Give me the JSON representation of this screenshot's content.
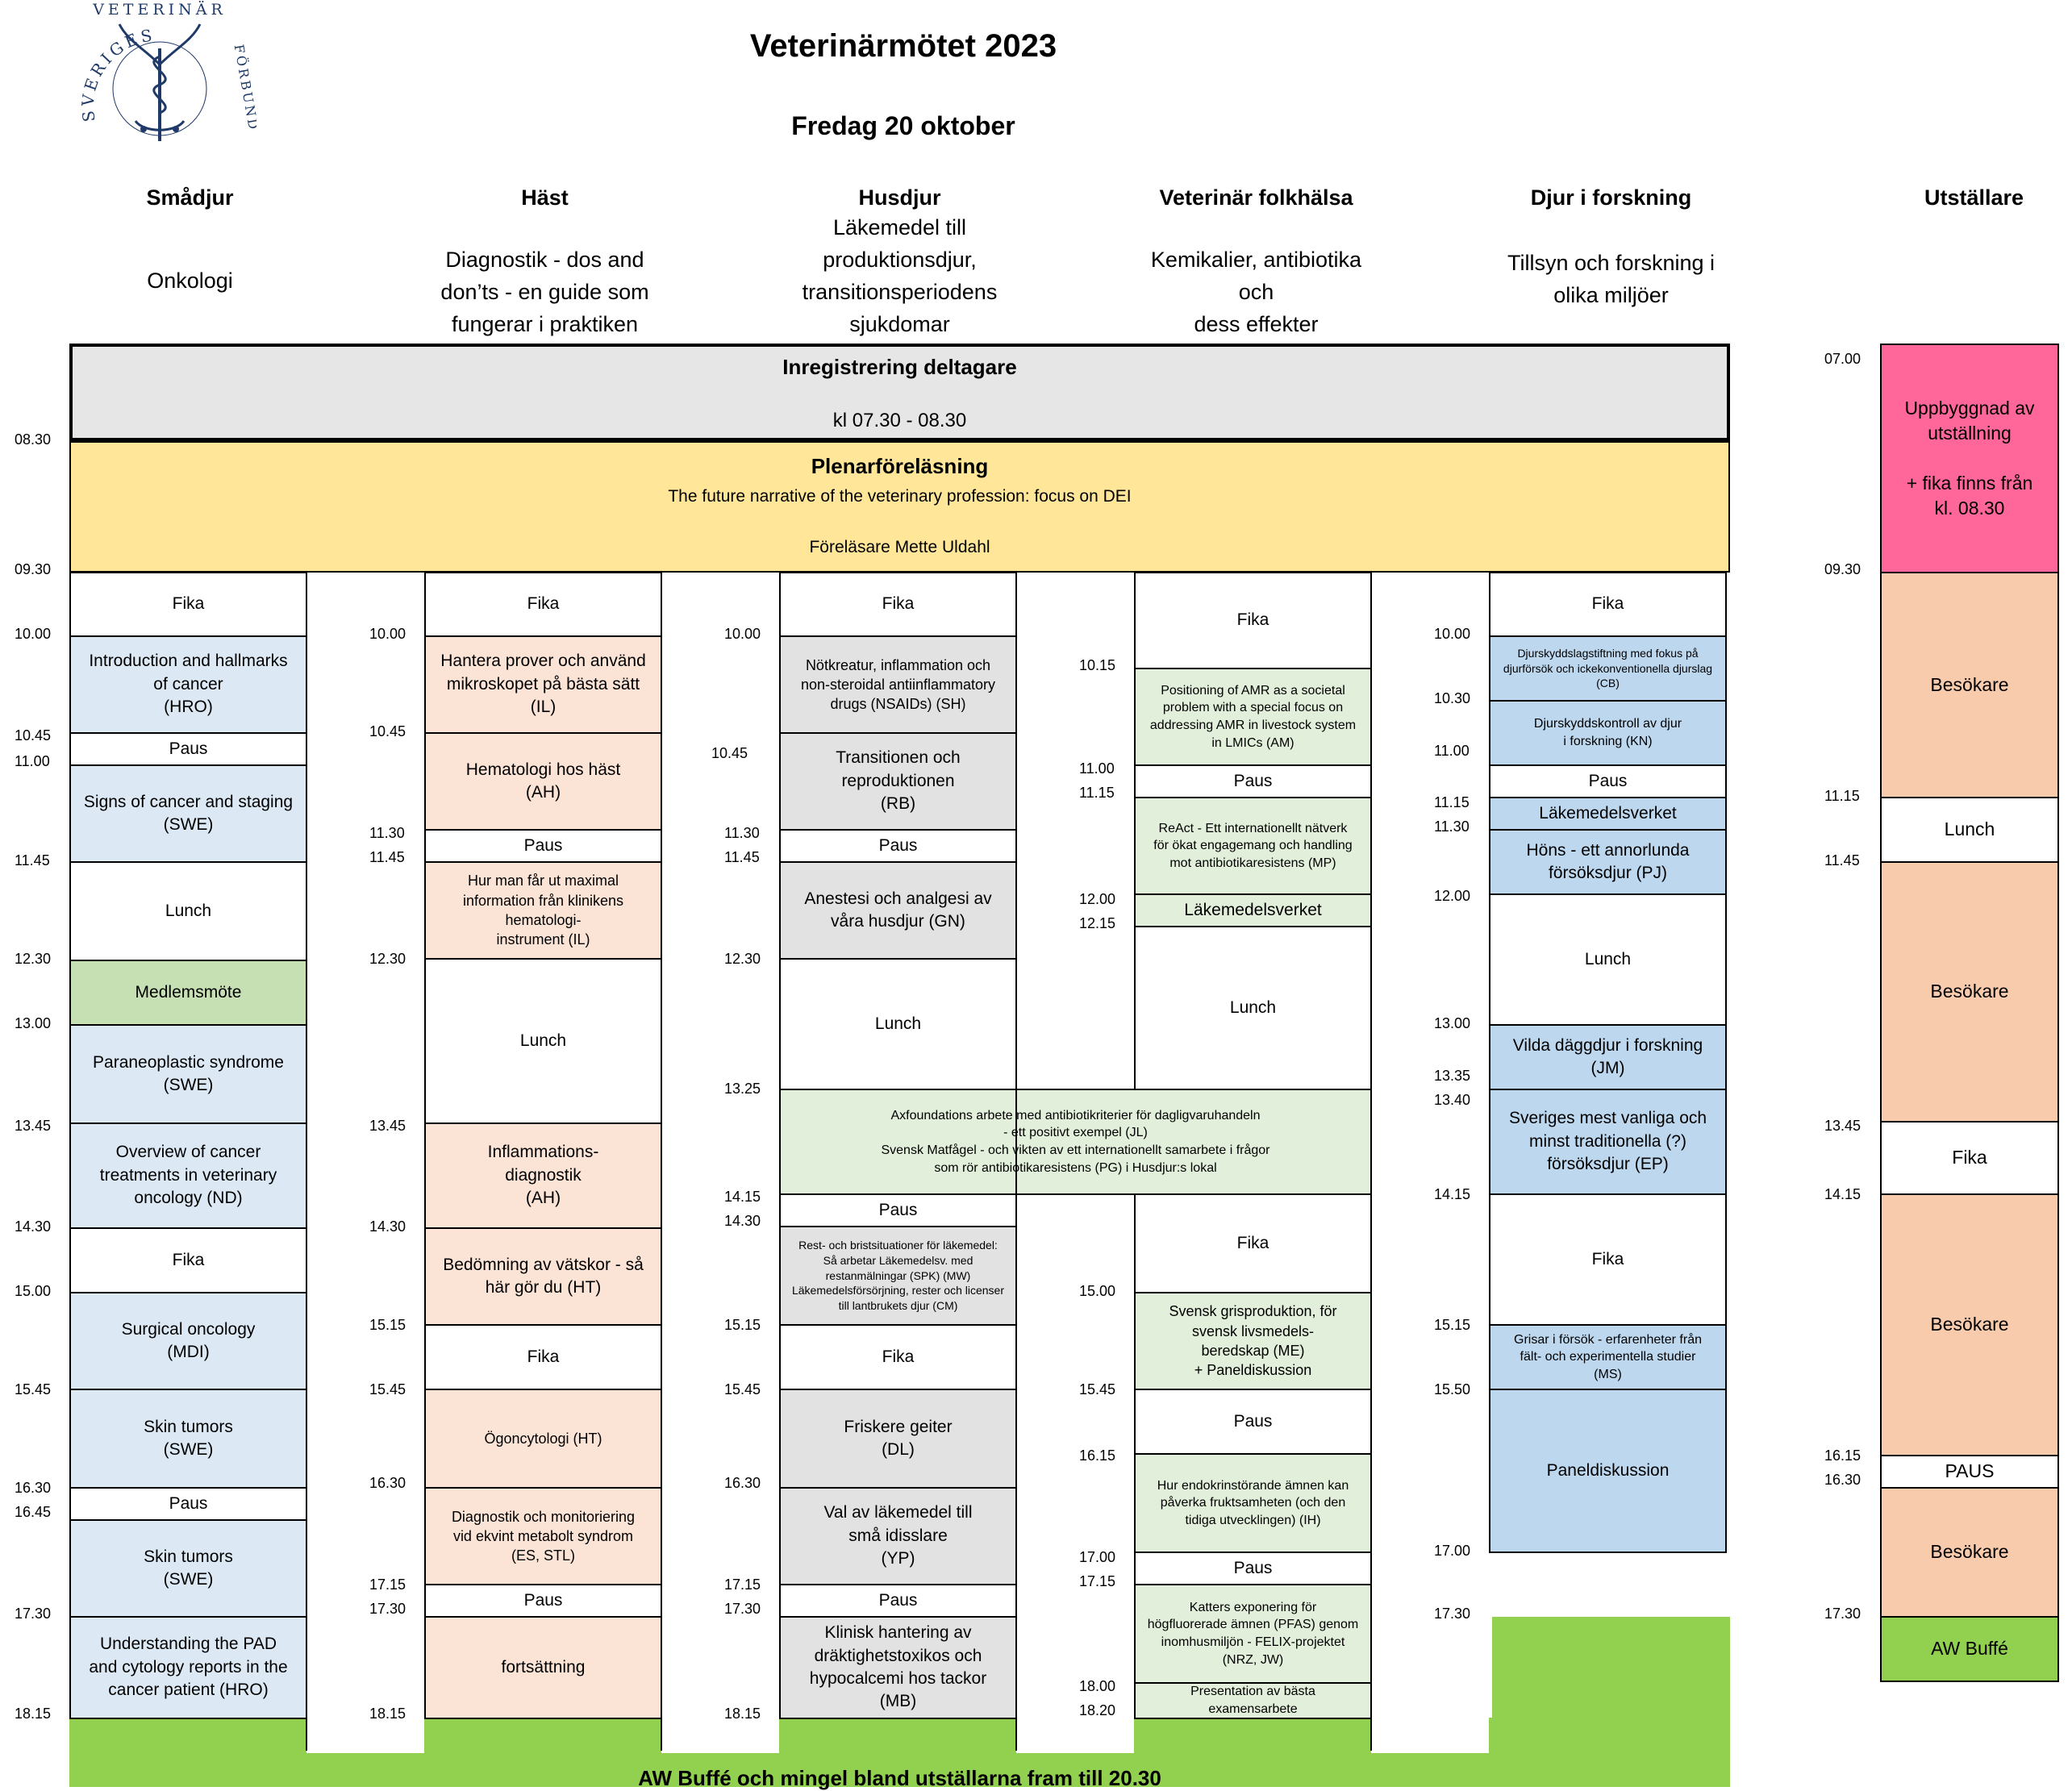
{
  "header": {
    "title": "Veterinärmötet 2023",
    "subtitle": "Fredag 20 oktober",
    "logo": {
      "text_top": "VETERINÄR",
      "text_right": "FÖRBUND",
      "text_left": "SVERIGES",
      "icon": "caduceus-emblem"
    }
  },
  "columns": [
    {
      "name": "Smådjur",
      "topic": "Onkologi"
    },
    {
      "name": "Häst",
      "topic": "Diagnostik - dos and\ndon’ts - en guide som\nfungerar i praktiken"
    },
    {
      "name": "Husdjur",
      "topic": "Läkemedel till\nproduktionsdjur,\ntransitionsperiodens\nsjukdomar"
    },
    {
      "name": "Veterinär folkhälsa",
      "topic": "Kemikalier, antibiotika\noch\ndess effekter"
    },
    {
      "name": "Djur i forskning",
      "topic": "Tillsyn och forskning i\nolika miljöer"
    },
    {
      "name": "Utställare",
      "topic": ""
    }
  ],
  "plenary": {
    "registration_title": "Inregistrering deltagare",
    "registration_time": "kl 07.30 - 08.30",
    "lecture_title": "Plenarföreläsning",
    "lecture_subtitle": "The future narrative of the veterinary profession: focus on DEI",
    "lecturer": "Föreläsare Mette Uldahl",
    "closing": "AW Buffé och mingel bland utställarna fram till 20.30"
  },
  "times": {
    "t0830": "08.30",
    "t0930": "09.30",
    "t1000": "10.00",
    "t1015": "10.15",
    "t1030": "10.30",
    "t1045": "10.45",
    "t1100": "11.00",
    "t1115": "11.15",
    "t1130": "11.30",
    "t1145": "11.45",
    "t1200": "12.00",
    "t1215": "12.15",
    "t1230": "12.30",
    "t1300": "13.00",
    "t1325": "13.25",
    "t1335": "13.35",
    "t1340": "13.40",
    "t1345": "13.45",
    "t1415": "14.15",
    "t1430": "14.30",
    "t1500": "15.00",
    "t1515": "15.15",
    "t1545": "15.45",
    "t1550": "15.50",
    "t1615": "16.15",
    "t1630": "16.30",
    "t1645": "16.45",
    "t1700": "17.00",
    "t1715": "17.15",
    "t1730": "17.30",
    "t1800": "18.00",
    "t1815": "18.15",
    "t1820": "18.20",
    "t0700": "07.00"
  },
  "smadjur": [
    "Fika",
    "Introduction and hallmarks\nof cancer\n(HRO)",
    "Paus",
    "Signs of cancer and staging\n(SWE)",
    "Lunch",
    "Medlemsmöte",
    "Paraneoplastic syndrome\n(SWE)",
    "Overview of cancer\ntreatments in veterinary\noncology (ND)",
    "Fika",
    "Surgical oncology\n(MDI)",
    "Skin tumors\n(SWE)",
    "Paus",
    "Skin tumors\n(SWE)",
    "Understanding the PAD\nand cytology reports in the\ncancer patient (HRO)"
  ],
  "hast": [
    "Fika",
    "Hantera prover och använd\nmikroskopet på bästa sätt\n(IL)",
    "Hematologi hos häst\n(AH)",
    "Paus",
    "Hur man får ut maximal\ninformation från klinikens\nhematologi-\ninstrument (IL)",
    "Lunch",
    "Inflammations-\ndiagnostik\n(AH)",
    "Bedömning av vätskor - så\nhär gör du (HT)",
    "Fika",
    "Ögoncytologi (HT)",
    "Diagnostik och monitoriering\nvid ekvint metabolt syndrom\n(ES, STL)",
    "Paus",
    "fortsättning"
  ],
  "husdjur": [
    "Fika",
    "Nötkreatur, inflammation och\nnon-steroidal antiinflammatory\ndrugs (NSAIDs) (SH)",
    "Transitionen och\nreproduktionen\n(RB)",
    "Paus",
    "Anestesi och analgesi av\nvåra husdjur (GN)",
    "Lunch",
    "Axfoundations arbete med antibiotikriterier för dagligvaruhandeln\n- ett positivt exempel (JL)\nSvensk Matfågel - och vikten av ett internationellt samarbete i frågor\nsom rör antibiotikaresistens (PG) i Husdjur:s lokal",
    "Paus",
    "Rest- och bristsituationer för läkemedel:\nSå arbetar Läkemedelsv. med\nrestanmälningar (SPK) (MW)\nLäkemedelsförsörjning, rester och licenser\ntill lantbrukets djur (CM)",
    "Fika",
    "Friskere geiter\n(DL)",
    "Val av läkemedel till\nsmå idisslare\n(YP)",
    "Paus",
    "Klinisk hantering av\ndräktighetstoxikos och\nhypocalcemi hos tackor\n(MB)"
  ],
  "folkhalsa": [
    "Fika",
    "Positioning of AMR as a societal\nproblem with a special focus on\naddressing AMR in livestock system\nin LMICs (AM)",
    "Paus",
    "ReAct - Ett internationellt nätverk\nför ökat engagemang och handling\nmot antibiotikaresistens (MP)",
    "Läkemedelsverket",
    "Lunch",
    "Fika",
    "Svensk grisproduktion, för\nsvensk livsmedels-\nberedskap (ME)\n+ Paneldiskussion",
    "Paus",
    "Hur endokrinstörande ämnen kan\npåverka fruktsamheten (och den\ntidiga utvecklingen) (IH)",
    "Paus",
    "Katters exponering för\nhögfluorerade ämnen (PFAS) genom\ninomhusmiljön - FELIX-projektet\n(NRZ, JW)",
    "Presentation av bästa\nexamensarbete"
  ],
  "forskning": [
    "Fika",
    "Djurskyddslagstiftning med fokus på\ndjurförsök och ickekonventionella djurslag\n(CB)",
    "Djurskyddskontroll av djur\ni forskning (KN)",
    "Paus",
    "Läkemedelsverket",
    "Höns - ett annorlunda\nförsöksdjur (PJ)",
    "Lunch",
    "Vilda däggdjur i forskning\n(JM)",
    "Sveriges mest vanliga och\nminst traditionella (?)\nförsöksdjur (EP)",
    "Fika",
    "Grisar i försök - erfarenheter från\nfält- och experimentella studier\n(MS)",
    "Paneldiskussion"
  ],
  "utstallare": [
    "Uppbyggnad av\nutställning\n\n+ fika finns från\nkl. 08.30",
    "Besökare",
    "Lunch",
    "Besökare",
    "Fika",
    "Besökare",
    "PAUS",
    "Besökare",
    "AW Buffé"
  ],
  "colors": {
    "smadjur_talk": "#dce9f5",
    "hast_talk": "#fbe3d6",
    "husdjur_talk": "#e2e2e2",
    "folkhalsa_talk": "#e2efda",
    "forskning_talk": "#bdd7ee",
    "plenary": "#ffe699",
    "registration": "#e6e6e6",
    "exhibitor_setup": "#ff6699",
    "exhibitor_visitors": "#f8cbad",
    "closing": "#92d050",
    "member_meeting": "#c6e0b4"
  }
}
